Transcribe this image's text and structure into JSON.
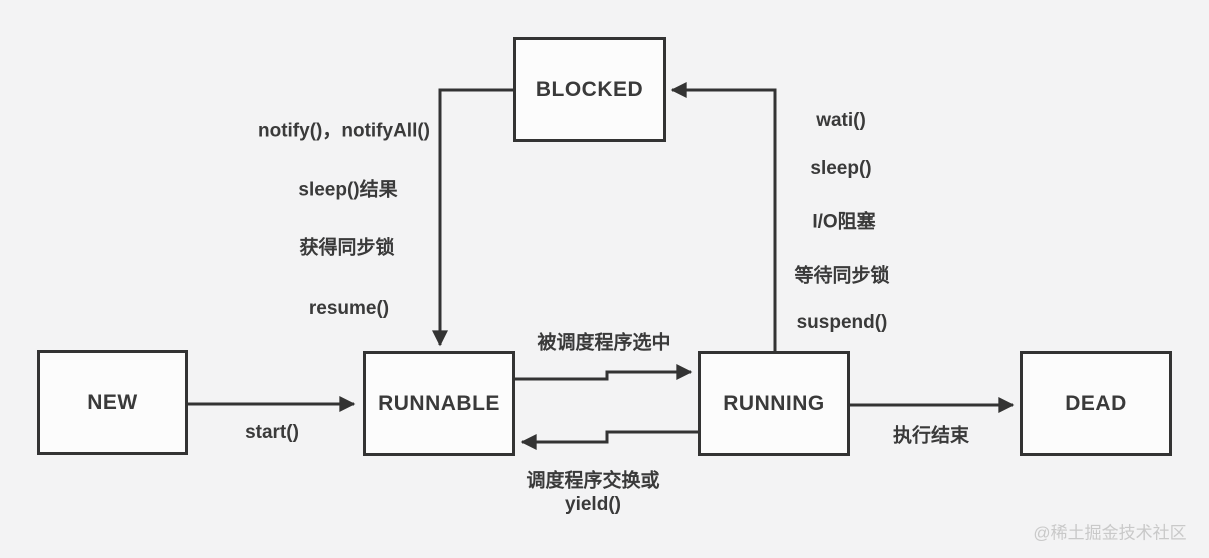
{
  "diagram": {
    "type": "state-transition-diagram",
    "subject": "java-thread-lifecycle",
    "colors": {
      "background": "#f3f3f4",
      "line": "#333333",
      "box_fill": "#fcfcfc",
      "text": "#3a3a3a",
      "watermark": "#c9c9c9"
    },
    "nodes": {
      "blocked": "BLOCKED",
      "new": "NEW",
      "runnable": "RUNNABLE",
      "running": "RUNNING",
      "dead": "DEAD"
    },
    "edge_labels": {
      "new_to_runnable": "start()",
      "runnable_to_running": "被调度程序选中",
      "running_to_runnable_line1": "调度程序交换或",
      "running_to_runnable_line2": "yield()",
      "running_to_dead": "执行结束"
    },
    "blocked_to_runnable_labels": [
      "notify()，notifyAll()",
      "sleep()结果",
      "获得同步锁",
      "resume()"
    ],
    "running_to_blocked_labels": [
      "wati()",
      "sleep()",
      "I/O阻塞",
      "等待同步锁",
      "suspend()"
    ],
    "watermark": "@稀土掘金技术社区"
  }
}
